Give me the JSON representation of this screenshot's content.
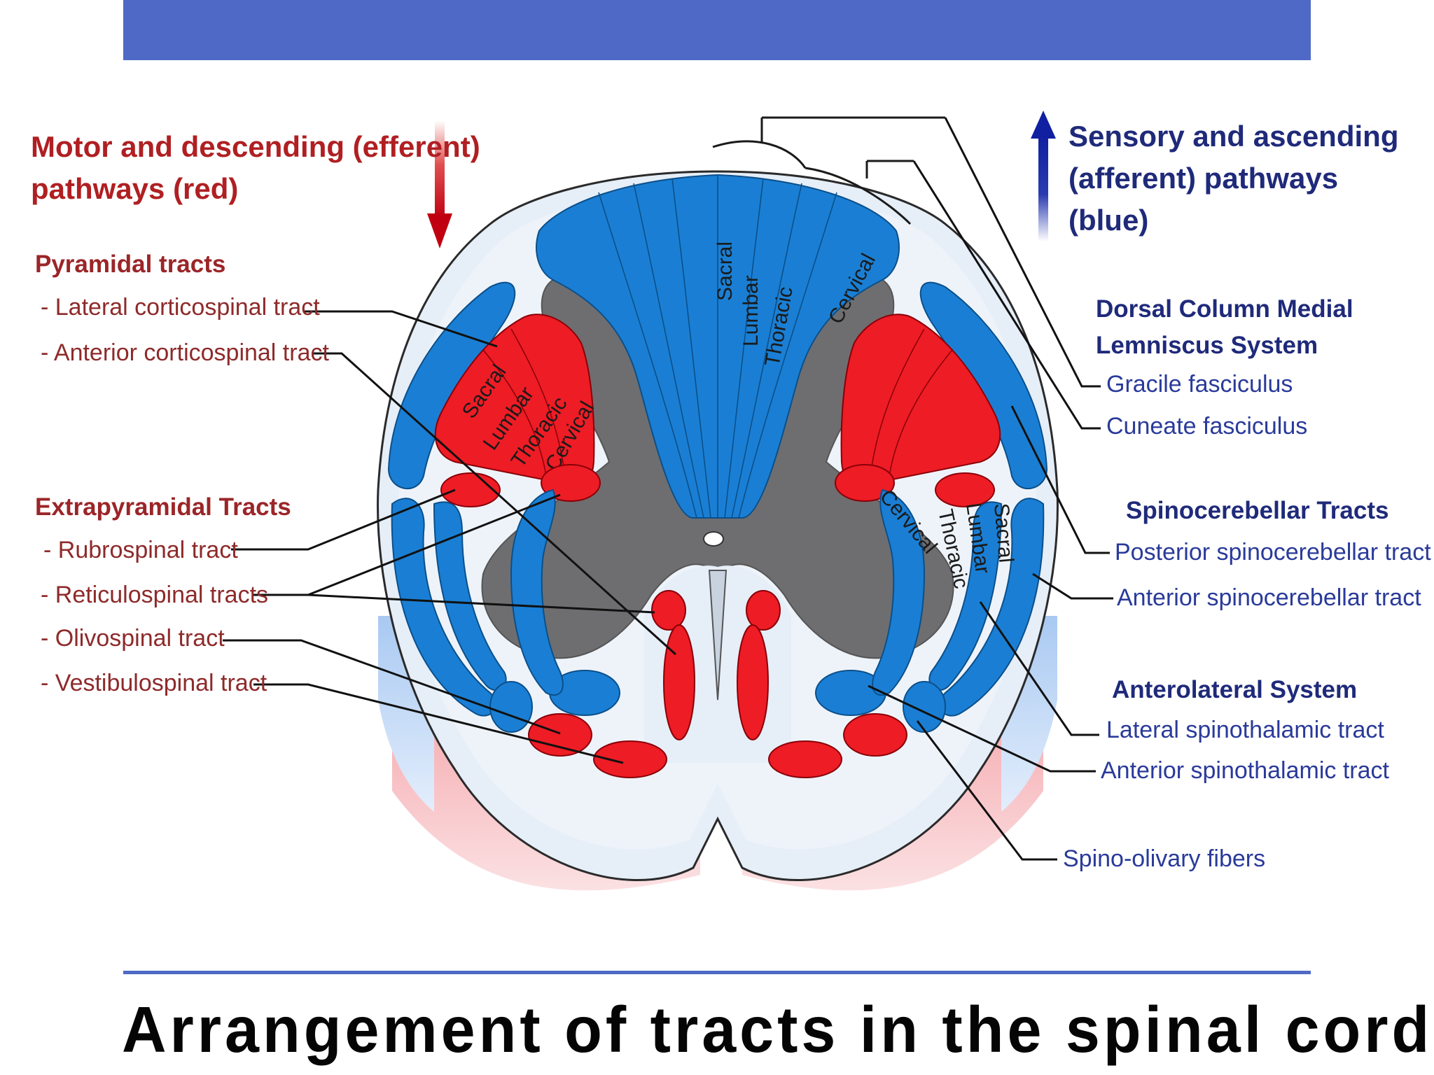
{
  "slide_title": "Arrangement of tracts in the spinal cord",
  "motor": {
    "heading_line1": "Motor and descending (efferent)",
    "heading_line2": "pathways   (red)"
  },
  "sensory": {
    "heading_line1": "Sensory and ascending",
    "heading_line2": "(afferent) pathways",
    "heading_line3": "(blue)"
  },
  "pyramidal": {
    "title": "Pyramidal tracts",
    "items": [
      "- Lateral corticospinal tract",
      "- Anterior corticospinal tract"
    ]
  },
  "extrapyramidal": {
    "title": "Extrapyramidal Tracts",
    "items": [
      "- Rubrospinal tract",
      "- Reticulospinal tracts",
      "- Olivospinal tract",
      "- Vestibulospinal tract"
    ]
  },
  "dorsal_column": {
    "title_line1": "Dorsal Column Medial",
    "title_line2": "Lemniscus System",
    "items": [
      "Gracile fasciculus",
      "Cuneate fasciculus"
    ]
  },
  "spinocerebellar": {
    "title": "Spinocerebellar Tracts",
    "items": [
      "Posterior spinocerebellar tract",
      "Anterior spinocerebellar tract"
    ]
  },
  "anterolateral": {
    "title": "Anterolateral System",
    "items": [
      "Lateral spinothalamic tract",
      "Anterior spinothalamic tract"
    ]
  },
  "spino_olivary": "Spino-olivary fibers",
  "segments": {
    "dorsal": [
      "Sacral",
      "Lumbar",
      "Thoracic",
      "Cervical"
    ],
    "corticospinal": [
      "Sacral",
      "Lumbar",
      "Thoracic",
      "Cervical"
    ],
    "spinothalamic": [
      "Cervical",
      "Thoracic",
      "Lumbar",
      "Sacral"
    ]
  },
  "colors": {
    "accent_bar": "#4f6ac6",
    "motor_red": "#e8101a",
    "sensory_blue": "#1a7fd4",
    "grey_matter": "#6e6e70"
  }
}
